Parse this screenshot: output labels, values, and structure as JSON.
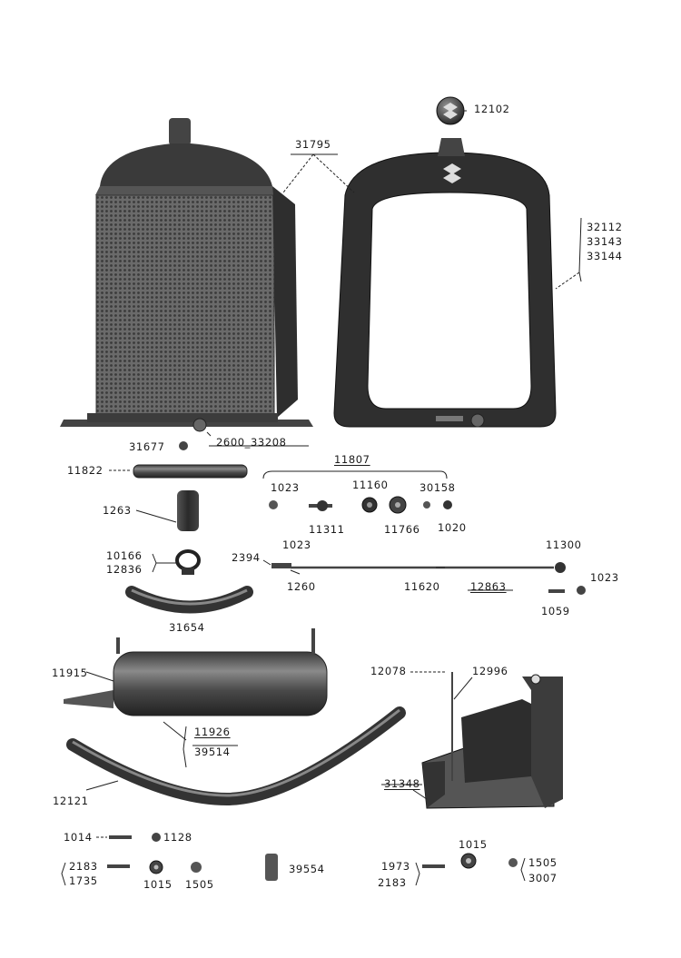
{
  "labels": {
    "p12102": "12102",
    "p31795": "31795",
    "p32112": "32112",
    "p33143": "33143",
    "p33144": "33144",
    "p31677": "31677",
    "p2600_33208": "2600_33208",
    "p11807": "11807",
    "p11822": "11822",
    "p1023a": "1023",
    "p11160": "11160",
    "p30158": "30158",
    "p11311": "11311",
    "p11766": "11766",
    "p1020": "1020",
    "p1263": "1263",
    "p10166": "10166",
    "p12836": "12836",
    "p2394": "2394",
    "p1023b": "1023",
    "p1260": "1260",
    "p11620": "11620",
    "p12863": "12863",
    "p11300": "11300",
    "p1023c": "1023",
    "p1059": "1059",
    "p31654": "31654",
    "p11915": "11915",
    "p11926": "11926",
    "p39514": "39514",
    "p12078": "12078",
    "p12996": "12996",
    "p12121": "12121",
    "p31348": "31348",
    "p1014": "1014",
    "p1128": "1128",
    "p2183a": "2183",
    "p1735": "1735",
    "p1015a": "1015",
    "p1505a": "1505",
    "p39554": "39554",
    "p1015b": "1015",
    "p1973": "1973",
    "p2183b": "2183",
    "p1505b": "1505",
    "p3007": "3007"
  }
}
